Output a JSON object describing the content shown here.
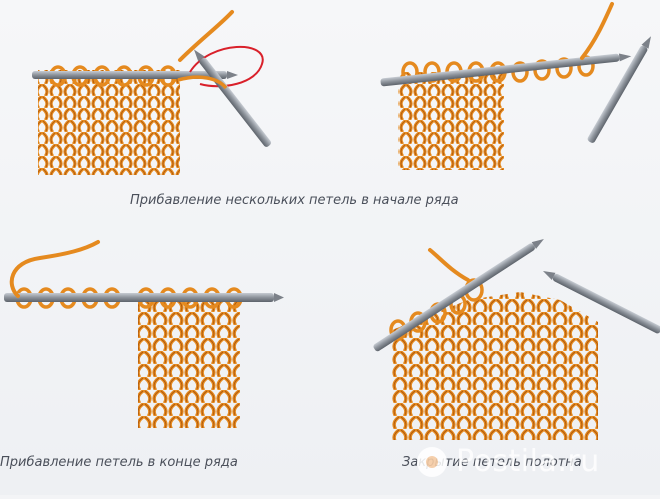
{
  "captions": {
    "top": "Прибавление нескольких петель в начале ряда",
    "bottom_left": "Прибавление петель в конце ряда",
    "bottom_right": "Закрытие петель полотна"
  },
  "watermark": {
    "text": "Postila.ru"
  },
  "colors": {
    "background": "#f3f4f6",
    "yarn": "#e58a1f",
    "yarn_dark": "#b8600e",
    "needle": "#8a8f96",
    "red_thread": "#d9202a",
    "caption_text": "#4a4f5a"
  },
  "illustrations": [
    "knitting-needle-with-added-loops-start-of-row",
    "knitting-needle-with-cast-on-loops-start-of-row",
    "knitting-needle-with-added-loops-end-of-row",
    "knitting-needles-binding-off-loops"
  ]
}
